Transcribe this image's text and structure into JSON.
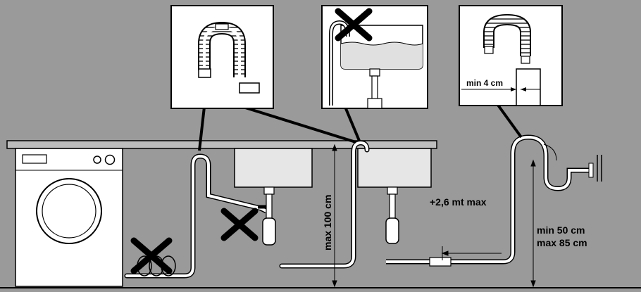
{
  "labels": {
    "min_gap": "min 4 cm",
    "max_height": "max 100 cm",
    "max_length": "+2,6 mt max",
    "min_height": "min 50 cm",
    "max_height_standpipe": "max 85 cm"
  },
  "colors": {
    "background": "#9a9a9a",
    "panel": "#ffffff",
    "sink": "#e6e6e6",
    "line": "#000000"
  },
  "icons": [
    "hose-hook-icon",
    "wrong-cross-icon",
    "washing-machine-icon",
    "sink-icon",
    "standpipe-icon"
  ]
}
